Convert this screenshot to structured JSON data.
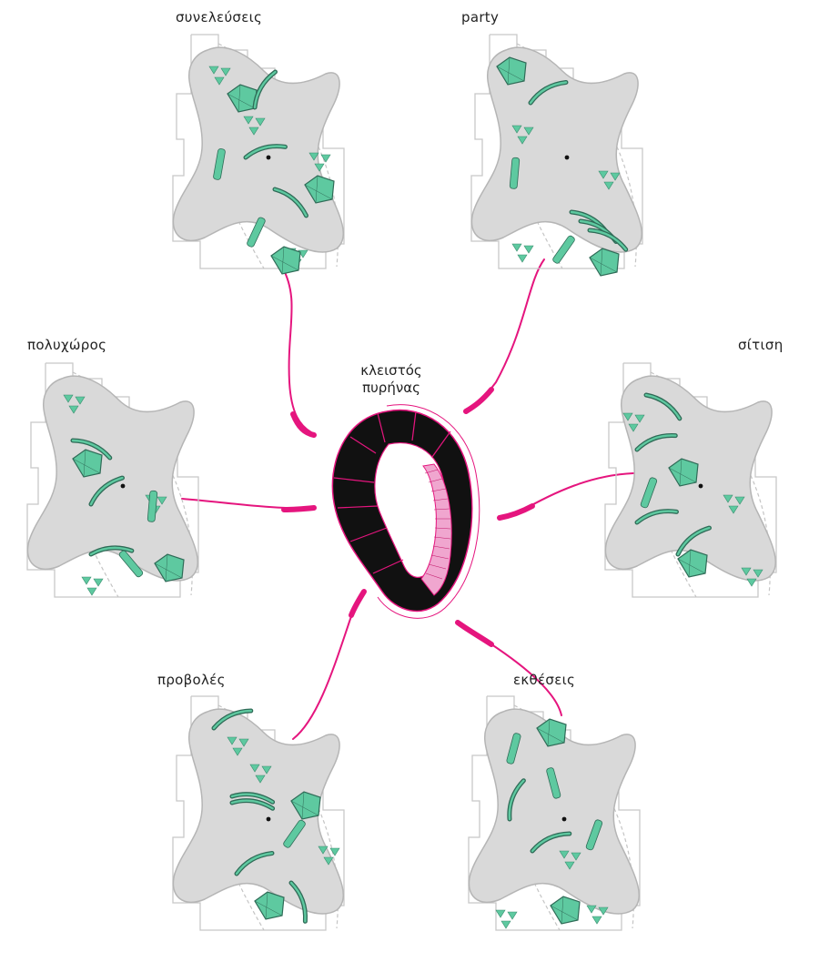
{
  "center": {
    "line1": "κλειστός",
    "line2": "πυρήνας"
  },
  "layouts": [
    {
      "id": "meetings",
      "label": "συνελεύσεις"
    },
    {
      "id": "party",
      "label": "party"
    },
    {
      "id": "multispace",
      "label": "πολυχώρος"
    },
    {
      "id": "dining",
      "label": "σίτιση"
    },
    {
      "id": "screenings",
      "label": "προβολές"
    },
    {
      "id": "exhibitions",
      "label": "εκθέσεις"
    }
  ],
  "colors": {
    "accent_magenta": "#e5157e",
    "furniture_green": "#5ec9a0",
    "furniture_dark": "#2f6b57",
    "floor_gray": "#d9d9d9",
    "core_black": "#0a0a0a",
    "core_pink": "#f0a6cf"
  }
}
